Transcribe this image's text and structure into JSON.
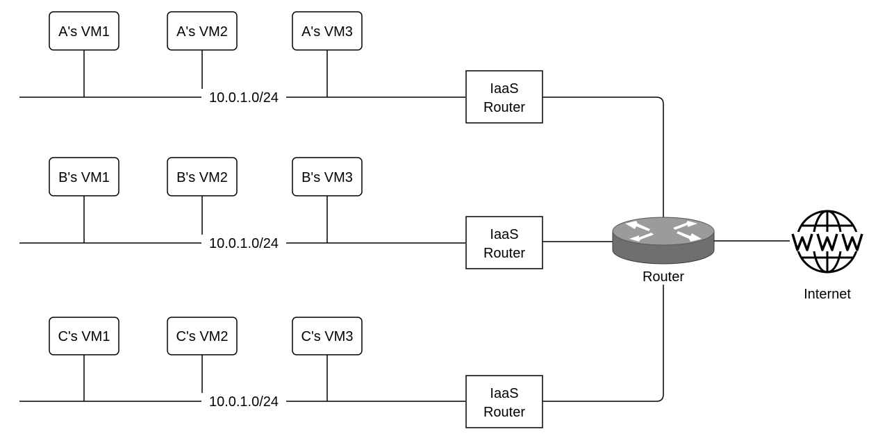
{
  "networks": [
    {
      "vms": [
        "A's VM1",
        "A's VM2",
        "A's VM3"
      ],
      "subnet": "10.0.1.0/24",
      "gateway": [
        "IaaS",
        "Router"
      ]
    },
    {
      "vms": [
        "B's VM1",
        "B's VM2",
        "B's VM3"
      ],
      "subnet": "10.0.1.0/24",
      "gateway": [
        "IaaS",
        "Router"
      ]
    },
    {
      "vms": [
        "C's VM1",
        "C's VM2",
        "C's VM3"
      ],
      "subnet": "10.0.1.0/24",
      "gateway": [
        "IaaS",
        "Router"
      ]
    }
  ],
  "core_router": {
    "label": "Router",
    "icon": "router-icon"
  },
  "internet": {
    "label": "Internet",
    "icon": "www-globe-icon"
  }
}
